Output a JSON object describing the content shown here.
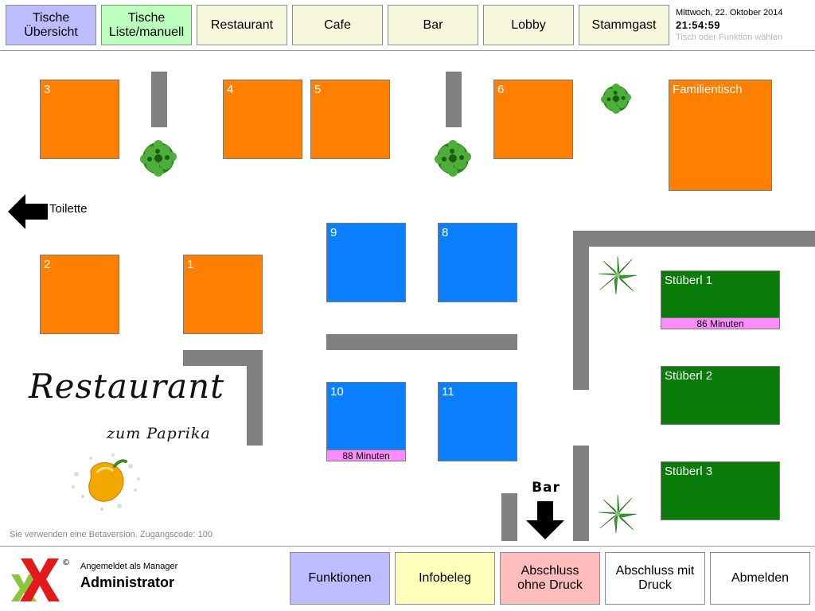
{
  "topbar": {
    "buttons": [
      {
        "label": "Tische\nÜbersicht",
        "color": "#bcbcff"
      },
      {
        "label": "Tische\nListe/manuell",
        "color": "#bcffbc"
      },
      {
        "label": "Restaurant",
        "color": "#f7f7dc"
      },
      {
        "label": "Cafe",
        "color": "#f7f7dc"
      },
      {
        "label": "Bar",
        "color": "#f7f7dc"
      },
      {
        "label": "Lobby",
        "color": "#f7f7dc"
      },
      {
        "label": "Stammgast",
        "color": "#f7f7dc"
      }
    ],
    "date": "Mittwoch, 22. Oktober 2014",
    "time": "21:54:59",
    "hint": "Tisch oder Funktion wählen"
  },
  "floor": {
    "tables": [
      {
        "label": "3",
        "status": "free",
        "color": "#ff8000"
      },
      {
        "label": "4",
        "status": "free",
        "color": "#ff8000"
      },
      {
        "label": "5",
        "status": "free",
        "color": "#ff8000"
      },
      {
        "label": "6",
        "status": "free",
        "color": "#ff8000"
      },
      {
        "label": "Familientisch",
        "status": "free",
        "color": "#ff8000"
      },
      {
        "label": "2",
        "status": "free",
        "color": "#ff8000"
      },
      {
        "label": "1",
        "status": "free",
        "color": "#ff8000"
      },
      {
        "label": "9",
        "status": "free",
        "color": "#0a80ff"
      },
      {
        "label": "8",
        "status": "free",
        "color": "#0a80ff"
      },
      {
        "label": "10",
        "status": "occupied",
        "color": "#0a80ff",
        "timer": "88 Minuten"
      },
      {
        "label": "11",
        "status": "free",
        "color": "#0a80ff"
      },
      {
        "label": "Stüberl 1",
        "status": "occupied",
        "color": "#087b08",
        "timer": "86 Minuten"
      },
      {
        "label": "Stüberl 2",
        "status": "free",
        "color": "#087b08"
      },
      {
        "label": "Stüberl 3",
        "status": "free",
        "color": "#087b08"
      }
    ],
    "toilet_label": "Toilette",
    "bar_label": "Bar",
    "restaurant_title": "Restaurant",
    "restaurant_subtitle": "zum Paprika",
    "beta_notice": "Sie verwenden eine Betaversion. Zugangscode: 100"
  },
  "bottombar": {
    "logged_in_label": "Angemeldet als Manager",
    "user_name": "Administrator",
    "copyright_symbol": "©",
    "buttons": [
      {
        "label": "Funktionen",
        "color": "#bcbcff"
      },
      {
        "label": "Infobeleg",
        "color": "#ffffbc"
      },
      {
        "label": "Abschluss\nohne Druck",
        "color": "#ffbcbc"
      },
      {
        "label": "Abschluss mit\nDruck",
        "color": "#ffffff"
      },
      {
        "label": "Abmelden",
        "color": "#ffffff"
      }
    ]
  },
  "colors": {
    "free_restaurant": "#ff8000",
    "free_cafe": "#0a80ff",
    "free_stueberl": "#087b08",
    "timer_badge": "#ff8cff",
    "wall": "#808080"
  },
  "icons": {
    "toilet_arrow": "arrow-left-icon",
    "bar_arrow": "arrow-down-icon",
    "plants": "plant-icon",
    "pepper": "pepper-icon",
    "logo": "xx-logo-icon"
  }
}
